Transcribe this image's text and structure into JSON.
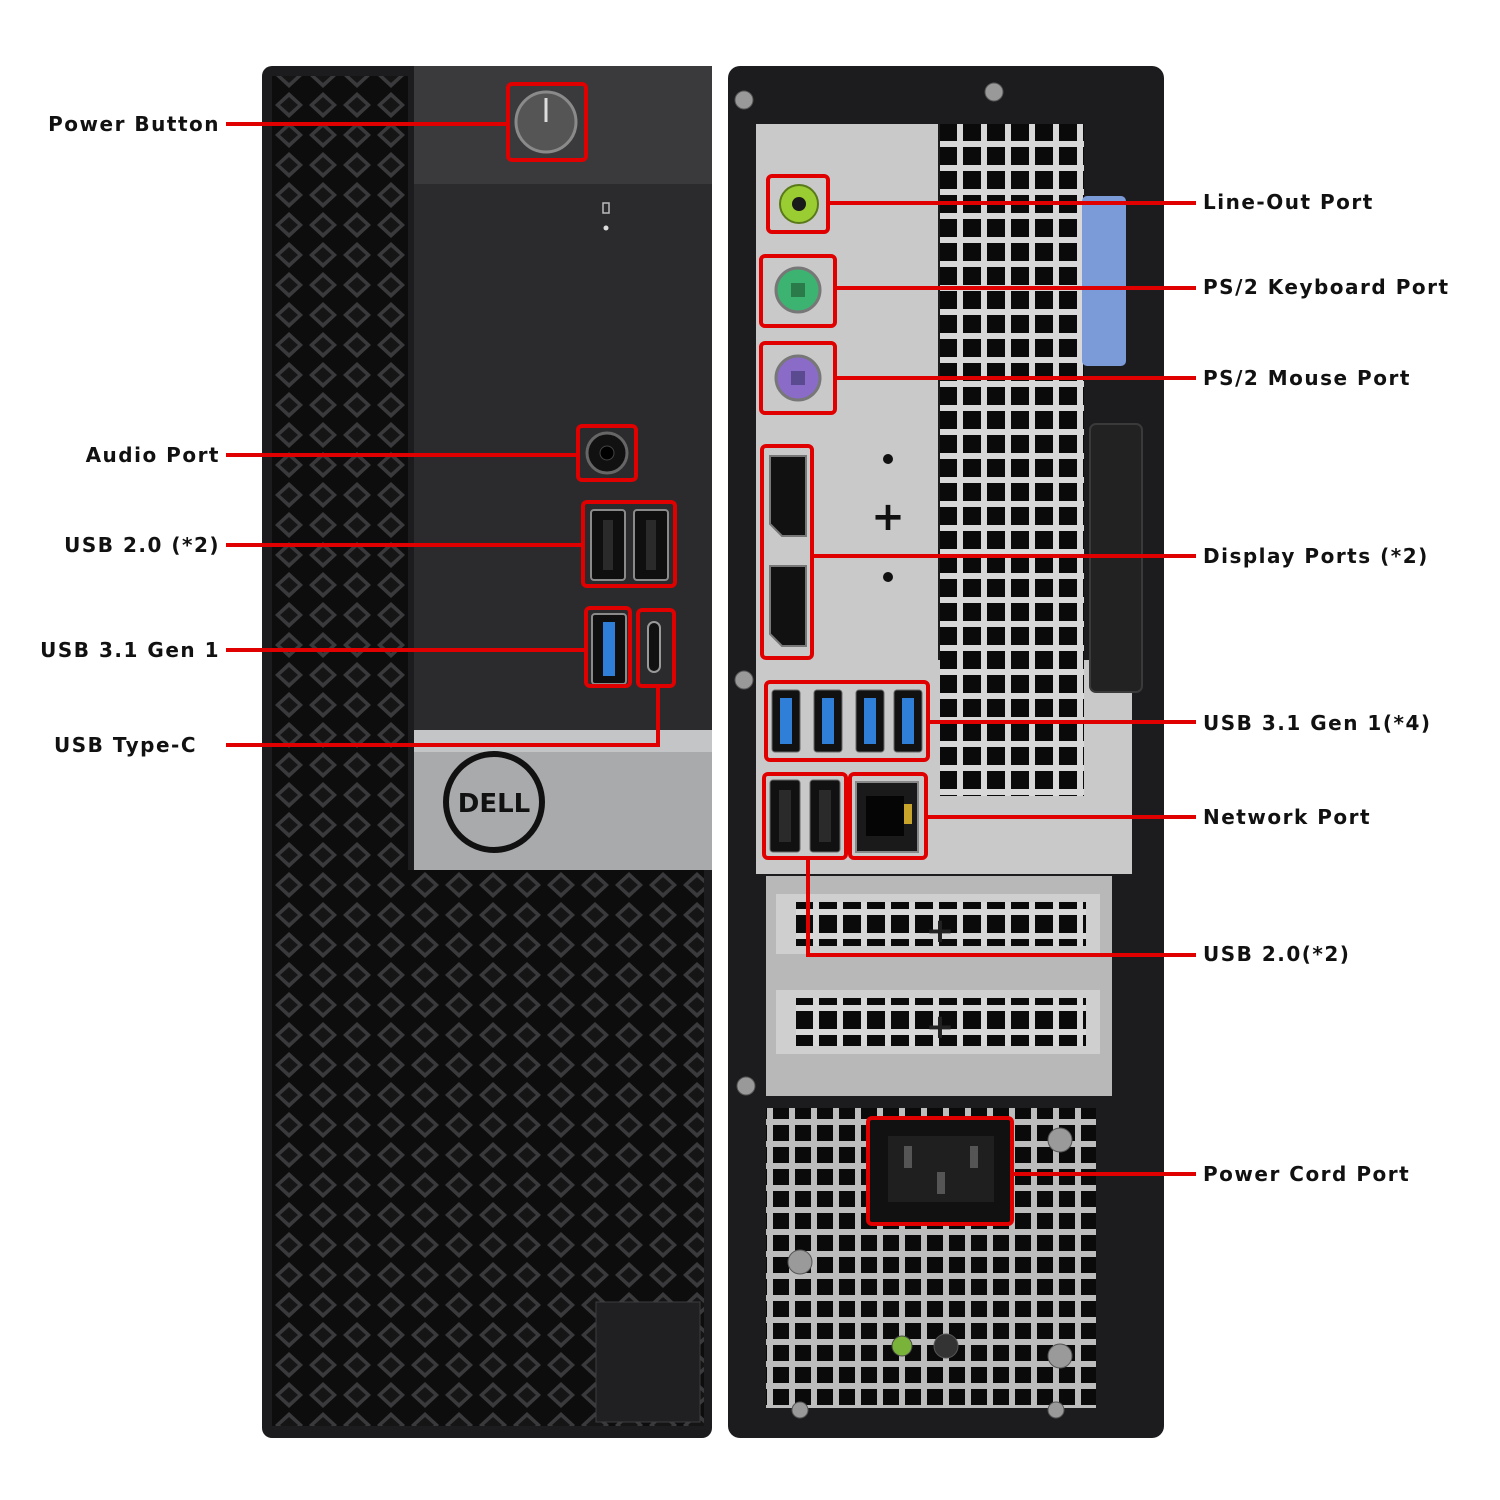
{
  "labels": {
    "power_button": "Power Button",
    "audio_port": "Audio Port",
    "usb20_front": "USB 2.0 (*2)",
    "usb31_front": "USB 3.1 Gen 1",
    "usb_type_c": "USB Type-C",
    "line_out": "Line-Out Port",
    "ps2_keyboard": "PS/2 Keyboard Port",
    "ps2_mouse": "PS/2 Mouse Port",
    "display_ports": "Display Ports (*2)",
    "usb31_rear": "USB 3.1 Gen 1(*4)",
    "network_port": "Network Port",
    "usb20_rear": "USB 2.0(*2)",
    "power_cord": "Power Cord Port"
  },
  "logo_text": "DELL",
  "colors": {
    "callout": "#e00000",
    "chassis": "#1c1c1e",
    "front_panel": "#2b2b2d",
    "silver_band": "#a9aaac",
    "rear_plate": "#c9c9c9",
    "usb3_blue": "#2f7fd8",
    "line_out_green": "#9acd32",
    "ps2_keyboard_green": "#3cb371",
    "ps2_mouse_purple": "#8a6cc8",
    "latch_blue": "#7a9ad8"
  }
}
